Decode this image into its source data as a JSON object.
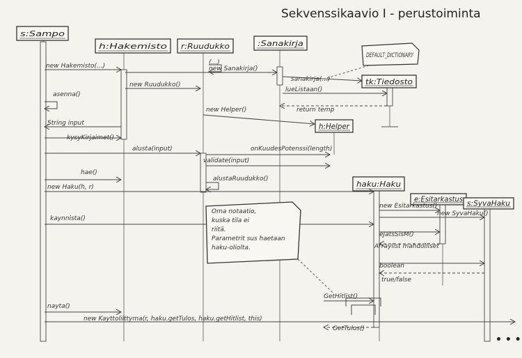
{
  "title": "Sekvenssikaavio I - perustoiminta",
  "participants": [
    {
      "id": "sampo",
      "label": "s:Sampo"
    },
    {
      "id": "hakemisto",
      "label": "h:Hakemisto"
    },
    {
      "id": "ruudukko",
      "label": "r:Ruudukko"
    },
    {
      "id": "sanakirja",
      "label": ":Sanakirja"
    },
    {
      "id": "tiedosto",
      "label": "tk:Tiedosto"
    },
    {
      "id": "helper",
      "label": "h:Helper"
    },
    {
      "id": "haku",
      "label": "haku:Haku"
    },
    {
      "id": "esitarkastus",
      "label": "e:Esitarkastus"
    },
    {
      "id": "syvahaku",
      "label": "s:SyvaHaku"
    }
  ],
  "default_dictionary": "DEFAULT_DICTIONARY",
  "messages": [
    {
      "id": "m1",
      "label": "new Hakemisto(...)"
    },
    {
      "id": "m2",
      "label": "(...)"
    },
    {
      "id": "m3",
      "label": "new Sanakirja()"
    },
    {
      "id": "m4",
      "label": "sanakirja(...)"
    },
    {
      "id": "m5",
      "label": "new Ruudukko()"
    },
    {
      "id": "m6",
      "label": "lueListaan()"
    },
    {
      "id": "m7",
      "label": "asenna()"
    },
    {
      "id": "m8",
      "label": "new Helper()"
    },
    {
      "id": "m9",
      "label": "return temp"
    },
    {
      "id": "m10",
      "label": "String input"
    },
    {
      "id": "m11",
      "label": "kysyKirjaimet()"
    },
    {
      "id": "m12",
      "label": "alusta(input)"
    },
    {
      "id": "m13",
      "label": "onKuudesPotenssi(length)"
    },
    {
      "id": "m14",
      "label": "validate(input)"
    },
    {
      "id": "m15",
      "label": "alustaRuudukko()"
    },
    {
      "id": "m16",
      "label": "hae()"
    },
    {
      "id": "m17",
      "label": "new Haku(h, r)"
    },
    {
      "id": "m18",
      "label": "new Esitarkastus()"
    },
    {
      "id": "m19",
      "label": "new SyvaHaku()"
    },
    {
      "id": "m20",
      "label": "kaynnista()"
    },
    {
      "id": "m21",
      "label": "eJatsSisM()"
    },
    {
      "id": "m22",
      "label": "Arraylist mahdolliset"
    },
    {
      "id": "m23",
      "label": "boolean"
    },
    {
      "id": "m24",
      "label": "true/false"
    },
    {
      "id": "m25",
      "label": "GetHitlist()"
    },
    {
      "id": "m26",
      "label": "nayta()"
    },
    {
      "id": "m27",
      "label": "new Kayttoliittyma(r, haku.getTulos, haku.getHitlist, this)"
    },
    {
      "id": "m28",
      "label": "GetTulos()"
    }
  ],
  "note": {
    "lines": [
      "Oma notaatio,",
      "kuska tila ei",
      "riitä.",
      "Parametrit sus haetaan",
      "haku-oliolta."
    ]
  },
  "continuation": "• • •"
}
